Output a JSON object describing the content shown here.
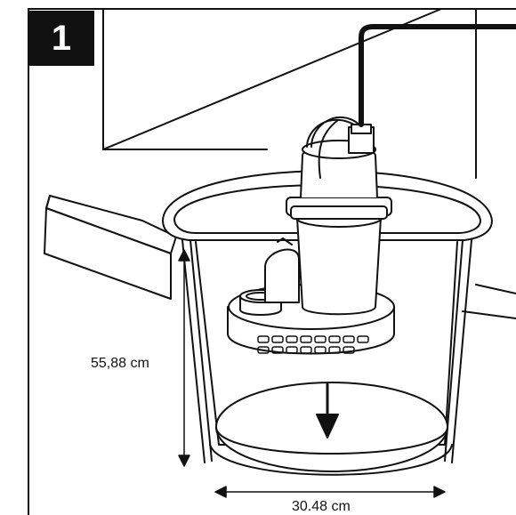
{
  "step": {
    "number": "1"
  },
  "dimensions": {
    "depth": "55,88 cm",
    "diameter": "30.48 cm"
  },
  "colors": {
    "line": "#111111",
    "background": "#ffffff",
    "badge": "#111111"
  },
  "icons": {
    "drop_arrow": "arrow-down-icon"
  }
}
